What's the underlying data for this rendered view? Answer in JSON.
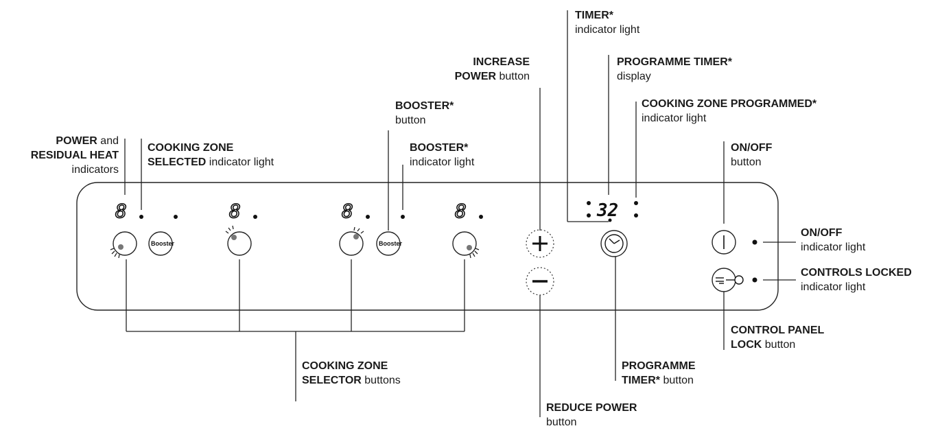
{
  "panel": {
    "zone_digit": "8",
    "timer_digits": "32",
    "booster_label": "Booster"
  },
  "labels": {
    "power_residual": {
      "b1": "POWER",
      "t1": " and",
      "b2": "RESIDUAL HEAT",
      "t3": "indicators"
    },
    "zone_selected": {
      "b1": "COOKING ZONE",
      "b2": "SELECTED",
      "t2": " indicator light"
    },
    "booster_button": {
      "b1": "BOOSTER*",
      "t2": "button"
    },
    "booster_light": {
      "b1": "BOOSTER*",
      "t2": "indicator light"
    },
    "increase_power": {
      "b1": "INCREASE",
      "b2": "POWER",
      "t2": " button"
    },
    "timer_light": {
      "b1": "TIMER*",
      "t2": "indicator light"
    },
    "programme_timer_display": {
      "b1": "PROGRAMME TIMER*",
      "t2": "display"
    },
    "zone_programmed": {
      "b1": "COOKING ZONE PROGRAMMED*",
      "t2": "indicator light"
    },
    "onoff_button": {
      "b1": "ON/OFF",
      "t2": "button"
    },
    "onoff_light": {
      "b1": "ON/OFF",
      "t2": "indicator light"
    },
    "controls_locked": {
      "b1": "CONTROLS LOCKED",
      "t2": "indicator light"
    },
    "control_panel_lock": {
      "b1": "CONTROL PANEL",
      "b2": "LOCK",
      "t2": " button"
    },
    "programme_timer_button": {
      "b1": "PROGRAMME",
      "b2": "TIMER*",
      "t2": " button"
    },
    "reduce_power": {
      "b1": "REDUCE POWER",
      "t2": "button"
    },
    "zone_selector": {
      "b1": "COOKING ZONE",
      "b2": "SELECTOR",
      "t2": " buttons"
    }
  }
}
